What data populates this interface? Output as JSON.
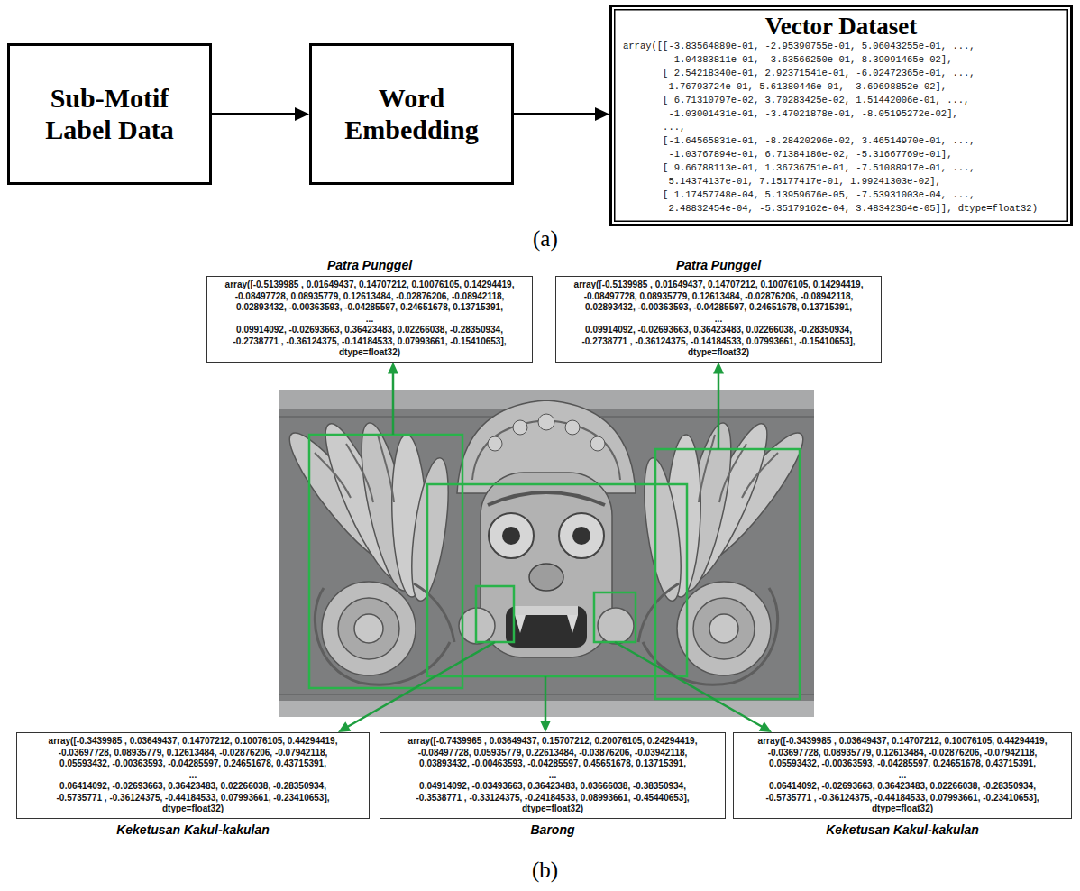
{
  "diagram": {
    "nodes": [
      {
        "text": [
          "Sub-Motif Label Data"
        ]
      },
      {
        "text": [
          "Word Embedding"
        ]
      },
      {
        "text": [
          "Vector Dataset",
          "array([[-3.83564889e-01, -2.95390755e-01, 5.06043255e-01, ..., -1.04383811e-01, -3.63566250e-01, 8.39091465e-02], [ 2.54218340e-01, 2.92371541e-01, -6.02472365e-01, ..., 1.76793724e-01, 5.61380446e-01, -3.69698852e-02], [ 6.71310797e-02, 3.70283425e-02, 1.51442006e-01, ..., -1.03001431e-01, -3.47021878e-01, -8.05195272e-02], ..., [-1.64565831e-01, -8.28420296e-02, 3.46514970e-01, ..., -1.03767894e-01, 6.71384186e-02, -5.31667769e-01], [ 9.66788113e-01, 1.36736751e-01, -7.51088917e-01, ..., 5.14374137e-01, 7.15177417e-01, 1.99241303e-02], [ 1.17457748e-04, 5.13959676e-05, -7.53931003e-04, ..., 2.48832454e-04, -5.35179162e-04, 3.48342364e-05]], dtype=float32)"
        ]
      },
      {
        "text": [
          "Patra Punggel",
          "array([-0.5139985 , 0.01649437, 0.14707212, 0.10076105, 0.14294419, -0.08497728, 0.08935779, 0.12613484, -0.02876206, -0.08942118, 0.02893432, -0.00363593, -0.04285597, 0.24651678, 0.13715391, ... 0.09914092, -0.02693663, 0.36423483, 0.02266038, -0.28350934, -0.2738771 , -0.36124375, -0.14184533, 0.07993661, -0.15410653], dtype=float32)"
        ]
      },
      {
        "text": [
          "Patra Punggel",
          "array([-0.5139985 , 0.01649437, 0.14707212, 0.10076105, 0.14294419, -0.08497728, 0.08935779, 0.12613484, -0.02876206, -0.08942118, 0.02893432, -0.00363593, -0.04285597, 0.24651678, 0.13715391, ... 0.09914092, -0.02693663, 0.36423483, 0.02266038, -0.28350934, -0.2738771 , -0.36124375, -0.14184533, 0.07993661, -0.15410653], dtype=float32)"
        ]
      },
      {
        "text": [
          "array([-0.3439985 , 0.03649437, 0.14707212, 0.10076105, 0.44294419, -0.03697728, 0.08935779, 0.12613484, -0.02876206, -0.07942118, 0.05593432, -0.00363593, -0.04285597, 0.24651678, 0.43715391, ... 0.06414092, -0.02693663, 0.36423483, 0.02266038, -0.28350934, -0.5735771 , -0.36124375, -0.44184533, 0.07993661, -0.23410653], dtype=float32)",
          "Keketusan Kakul-kakulan"
        ]
      },
      {
        "text": [
          "array([-0.7439965 , 0.03649437, 0.15707212, 0.20076105, 0.24294419, -0.08497728, 0.05935779, 0.22613484, -0.03876206, -0.03942118, 0.03893432, -0.00463593, -0.04285597, 0.45651678, 0.13715391, ... 0.04914092, -0.03493663, 0.36423483, 0.03666038, -0.38350934, -0.3538771 , -0.33124375, -0.24184533, 0.08993661, -0.45440653], dtype=float32)",
          "Barong"
        ]
      },
      {
        "text": [
          "array([-0.3439985 , 0.03649437, 0.14707212, 0.10076105, 0.44294419, -0.03697728, 0.08935779, 0.12613484, -0.02876206, -0.07942118, 0.05593432, -0.00363593, -0.04285597, 0.24651678, 0.43715391, ... 0.06414092, -0.02693663, 0.36423483, 0.02266038, -0.28350934, -0.5735771 , -0.36124375, -0.44184533, 0.07993661, -0.23410653], dtype=float32)",
          "Keketusan Kakul-kakulan"
        ]
      }
    ],
    "edges": [
      {
        "from": 0,
        "to": 1,
        "arrow": "to"
      },
      {
        "from": 1,
        "to": 2,
        "arrow": "to"
      }
    ],
    "labels": [
      "(a)",
      "(b)"
    ]
  }
}
